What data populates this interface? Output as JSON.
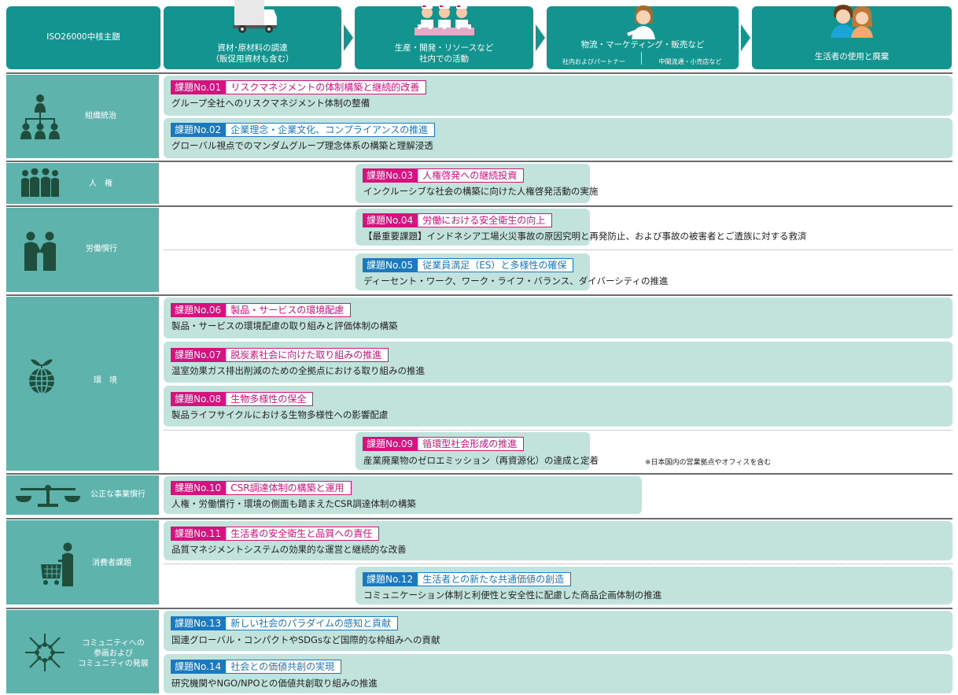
{
  "colors": {
    "header": "#13948f",
    "topic": "#5fb3ad",
    "card": "#c2e3dc",
    "pink": "#d7127e",
    "blue": "#1a79c0"
  },
  "header": {
    "core": "ISO26000中核主題",
    "stage1": "資材･原材料の調達\n（販促用資材も含む）",
    "stage2": "生産・開発・リソースなど\n社内での活動",
    "stage3": "物流・マーケティング・販売など",
    "stage3_left": "社内およびパートナー",
    "stage3_right": "中間流通・小売店など",
    "stage4": "生活者の使用と廃棄"
  },
  "topics": {
    "governance": "組織統治",
    "human_rights": "人　権",
    "labor": "労働慣行",
    "environment": "環　境",
    "fair": "公正な事業慣行",
    "consumer": "消費者課題",
    "community": "コミュニティへの\n参画および\nコミュニティの発展"
  },
  "issues": [
    {
      "no": "課題No.01",
      "title": "リスクマネジメントの体制構築と継続的改善",
      "desc": "グループ全社へのリスクマネジメント体制の整備"
    },
    {
      "no": "課題No.02",
      "title": "企業理念・企業文化、コンプライアンスの推進",
      "desc": "グローバル視点でのマンダムグループ理念体系の構築と理解浸透"
    },
    {
      "no": "課題No.03",
      "title": "人権啓発への継続投資",
      "desc": "インクルーシブな社会の構築に向けた人権啓発活動の実施"
    },
    {
      "no": "課題No.04",
      "title": "労働における安全衛生の向上",
      "desc": "【最重要課題】インドネシア工場火災事故の原因究明と再発防止、および事故の被害者とご遺族に対する救済"
    },
    {
      "no": "課題No.05",
      "title": "従業員満足（ES）と多様性の確保",
      "desc": "ディーセント・ワーク、ワーク・ライフ・バランス、ダイバーシティの推進"
    },
    {
      "no": "課題No.06",
      "title": "製品・サービスの環境配慮",
      "desc": "製品・サービスの環境配慮の取り組みと評価体制の構築"
    },
    {
      "no": "課題No.07",
      "title": "脱炭素社会に向けた取り組みの推進",
      "desc": "温室効果ガス排出削減のための全拠点における取り組みの推進"
    },
    {
      "no": "課題No.08",
      "title": "生物多様性の保全",
      "desc": "製品ライフサイクルにおける生物多様性への影響配慮"
    },
    {
      "no": "課題No.09",
      "title": "循環型社会形成の推進",
      "desc": "産業廃棄物のゼロエミッション（再資源化）の達成と定着"
    },
    {
      "no": "課題No.10",
      "title": "CSR調達体制の構築と運用",
      "desc": "人権・労働慣行・環境の側面も踏まえたCSR調達体制の構築"
    },
    {
      "no": "課題No.11",
      "title": "生活者の安全衛生と品質への責任",
      "desc": "品質マネジメントシステムの効果的な運営と継続的な改善"
    },
    {
      "no": "課題No.12",
      "title": "生活者との新たな共通価値の創造",
      "desc": "コミュニケーション体制と利便性と安全性に配慮した商品企画体制の推進"
    },
    {
      "no": "課題No.13",
      "title": "新しい社会のパラダイムの感知と貢献",
      "desc": "国連グローバル・コンパクトやSDGsなど国際的な枠組みへの貢献"
    },
    {
      "no": "課題No.14",
      "title": "社会との価値共創の実現",
      "desc": "研究機関やNGO/NPOとの価値共創取り組みの推進"
    }
  ],
  "note": "※日本国内の営業拠点やオフィスを含む",
  "icons": {
    "governance": "org-chart-icon",
    "human_rights": "people-group-icon",
    "labor": "handshake-icon",
    "environment": "globe-sprout-icon",
    "fair": "scales-icon",
    "consumer": "shopping-cart-icon",
    "community": "community-network-icon",
    "stage1": "truck-icon",
    "stage2": "workers-icon",
    "stage3": "salesperson-icon",
    "stage4": "consumers-icon"
  }
}
